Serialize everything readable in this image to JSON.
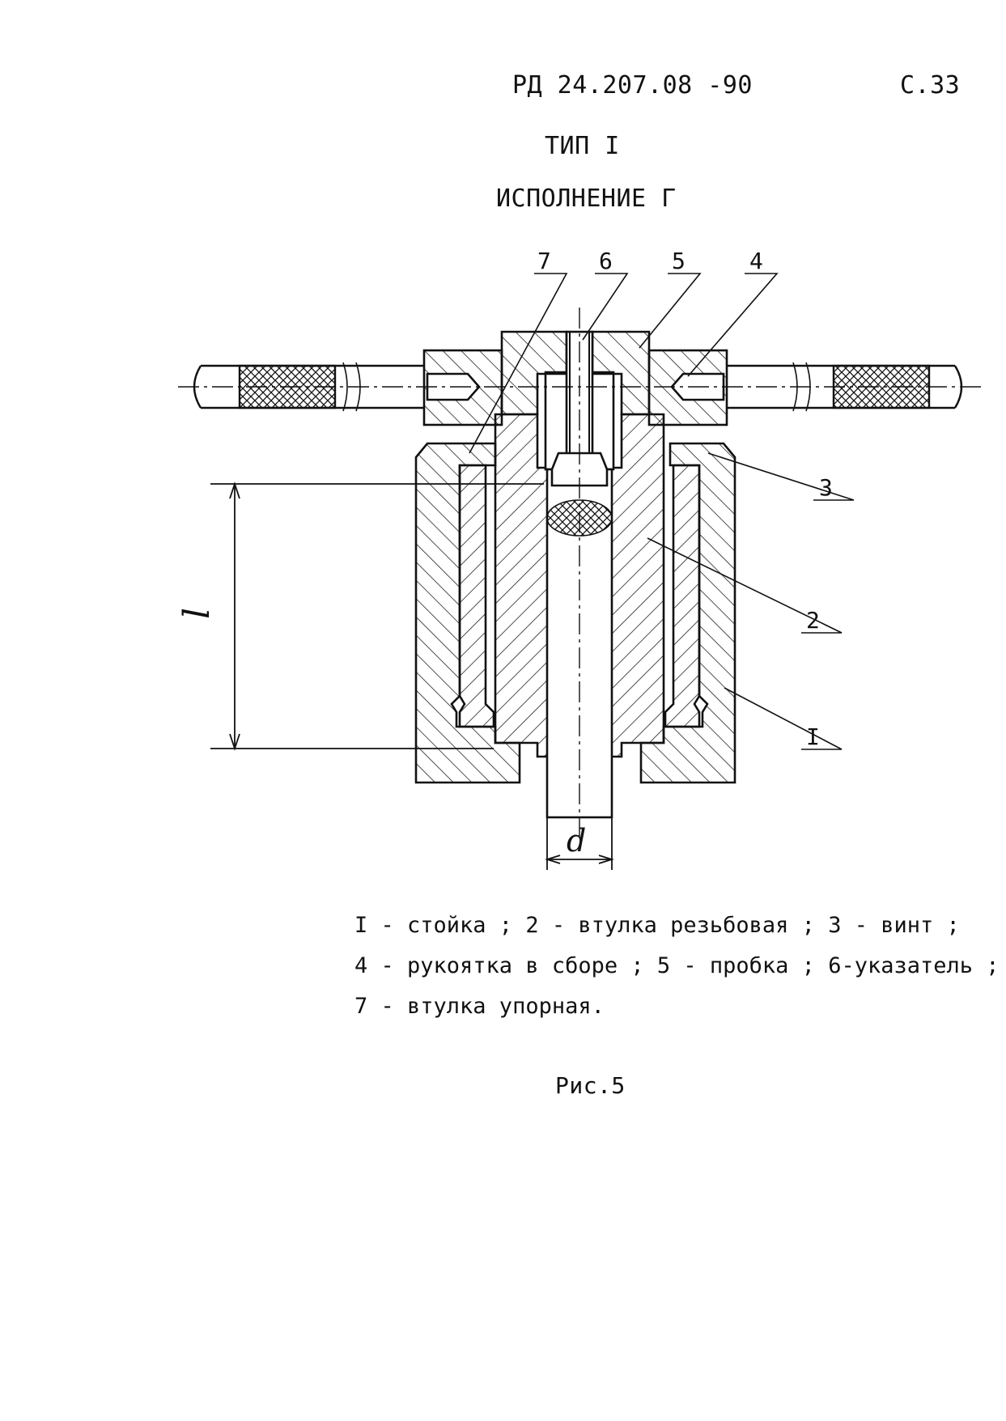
{
  "header": {
    "doc_number": "РД 24.207.08 -90",
    "page_number": "С.33"
  },
  "titles": {
    "type": "ТИП I",
    "variant": "ИСПОЛНЕНИЕ Г"
  },
  "drawing": {
    "callouts": [
      "7",
      "6",
      "5",
      "4",
      "3",
      "2",
      "I"
    ],
    "dimensions": {
      "height_symbol": "l",
      "diameter_symbol": "d"
    }
  },
  "legend": {
    "lines": [
      "I - стойка ; 2 - втулка резьбовая ; 3 - винт ;",
      "4 - рукоятка в сборе ; 5 - пробка ; 6-указатель ;",
      "7 - втулка упорная."
    ]
  },
  "caption": "Рис.5"
}
